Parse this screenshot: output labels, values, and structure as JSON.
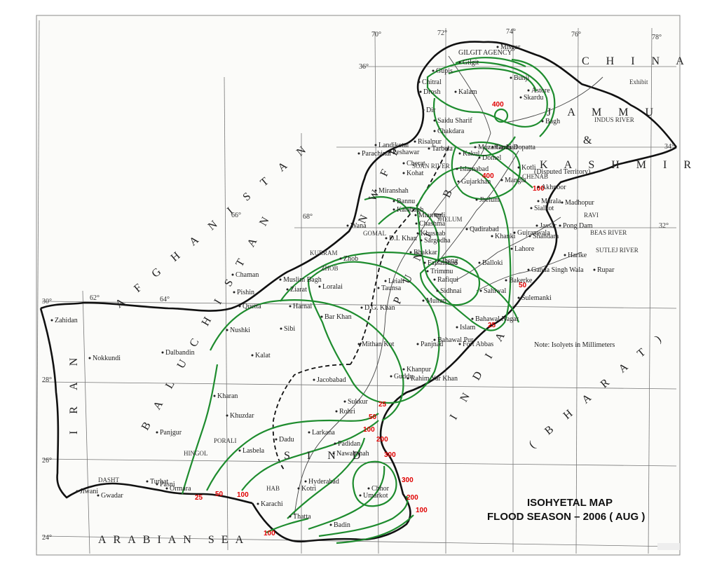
{
  "map": {
    "title_line1": "ISOHYETAL MAP",
    "title_line2": "FLOOD SEASON – 2006 ( AUG )",
    "note": "Note: Isolyets in Millimeters",
    "colors": {
      "isohyet": "#1e8c2e",
      "label": "#e00000",
      "ink": "#222222"
    },
    "countries": [
      "A F G H A N I S T A N",
      "I R A N",
      "C H I N A",
      "J A M M U",
      "&",
      "K A S H M I R",
      "I N D I A",
      "( B H A R A T )",
      "N W F P",
      "P U N J A B",
      "B A L U C H I S T A N",
      "S I N D"
    ],
    "sea": "ARABIAN SEA",
    "territory_labels": [
      "GILGIT AGENCY",
      "(Disputed Territory)",
      "Exhibit"
    ],
    "river_labels": [
      "INDUS RIVER",
      "RAVI",
      "BEAS RIVER",
      "SUTLEJ RIVER",
      "CHENAB",
      "JHELUM",
      "GOMAL",
      "ZHOB",
      "KURRAM",
      "SOAN RIVER",
      "HINGOL",
      "DASHT",
      "PORALI",
      "HAB"
    ],
    "grid_labels": [
      "62°",
      "64°",
      "66°",
      "68°",
      "70°",
      "72°",
      "74°",
      "76°",
      "78°",
      "24°",
      "26°",
      "28°",
      "30°",
      "32°",
      "34°",
      "36°"
    ],
    "cities": [
      "Misgar",
      "Gilgit",
      "Gupis",
      "Chitral",
      "Drosh",
      "Kalam",
      "Dir",
      "Saidu Sharif",
      "Chakdara",
      "Risalpur",
      "Landikotal",
      "Peshawar",
      "Parachinar",
      "Cherat",
      "Kohat",
      "Tarbela",
      "Kakul",
      "Muzaffarabad",
      "Domel",
      "Garhi Dopatta",
      "Skardu",
      "Astore",
      "Bunji",
      "Bagh",
      "Islamabad",
      "Kotli",
      "Gujarkhan",
      "Mangla",
      "Jhelum",
      "Akhnoor",
      "Miranshah",
      "Bannu",
      "Kalabagh",
      "Mianwali",
      "Chashma",
      "Khushab",
      "Sargodha",
      "Qadirabad",
      "Khanki",
      "Marala",
      "Sialkot",
      "Madhopur",
      "Gujranwala",
      "Jassar",
      "Pong Dam",
      "Shandara",
      "Lahore",
      "Harike",
      "Wana",
      "D.I. Khan",
      "Bhakkar",
      "Faisalabad",
      "Balloki",
      "Ganda Singh Wala",
      "Rupar",
      "Bakerke",
      "Zhob",
      "Jhang",
      "Trimmu",
      "Rafiqui",
      "Sidhnai",
      "Sahiwal",
      "Sulemanki",
      "Leiah",
      "Taunsa",
      "Chaman",
      "Muslim Bagh",
      "Pishin",
      "Ziarat",
      "Loralai",
      "Quetta",
      "Harnai",
      "Multan",
      "Islam",
      "Bahawal Nagar",
      "Sibi",
      "Bar Khan",
      "D.G. Khan",
      "Bahawal Pur",
      "Fort Abbas",
      "Mithan Kot",
      "Panjnad",
      "Nushki",
      "Kalat",
      "Khanpur",
      "Guddu",
      "Rahim Yar Khan",
      "Jacobabad",
      "Kharan",
      "Khuzdar",
      "Sukkur",
      "Rohri",
      "Larkana",
      "Zahidan",
      "Nokkundi",
      "Dalbandin",
      "Panjgur",
      "Dadu",
      "Padidan",
      "Nawabshah",
      "Lasbela",
      "Turbat",
      "Hyderabad",
      "Kotri",
      "Chhor",
      "Umarkot",
      "Jiwani",
      "Gwadar",
      "Pasni",
      "Ormara",
      "Karachi",
      "Thatta",
      "Badin"
    ],
    "isohyet_values": [
      "400",
      "400",
      "100",
      "50",
      "25",
      "25",
      "50",
      "100",
      "200",
      "300",
      "300",
      "200",
      "100",
      "25",
      "50",
      "100",
      "100"
    ]
  }
}
